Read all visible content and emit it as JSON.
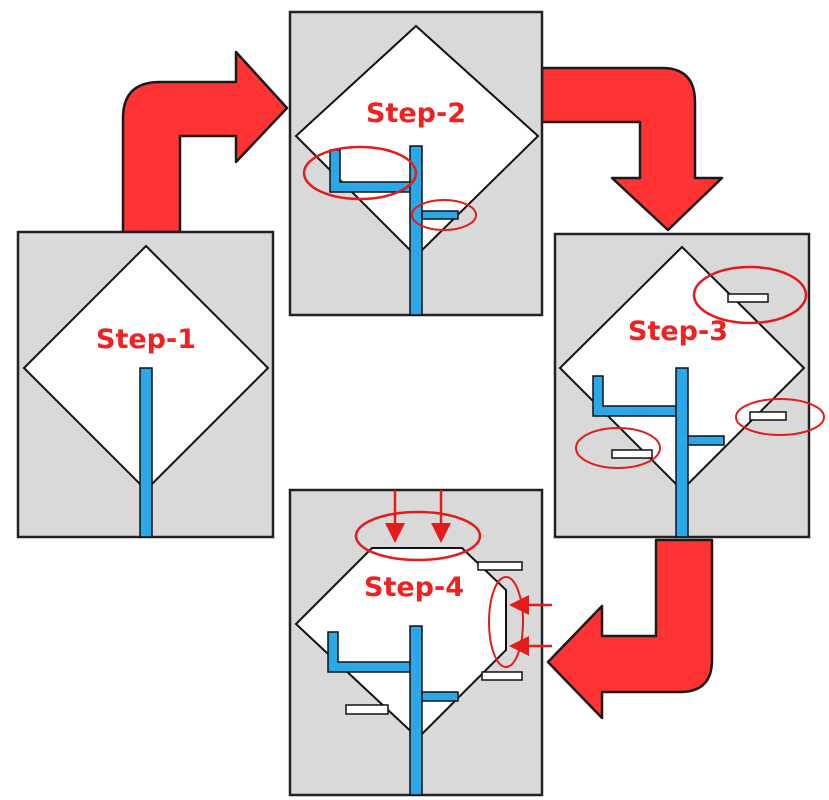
{
  "steps": [
    {
      "label": "Step-1"
    },
    {
      "label": "Step-2"
    },
    {
      "label": "Step-3"
    },
    {
      "label": "Step-4"
    }
  ],
  "colors": {
    "panel_fill": "#d9d9d9",
    "panel_border": "#222222",
    "diamond_fill": "#ffffff",
    "feed_line": "#2ba8e8",
    "arrow_fill": "#ff3333",
    "highlight": "#e31b1b",
    "step_label": "#ee2222"
  }
}
